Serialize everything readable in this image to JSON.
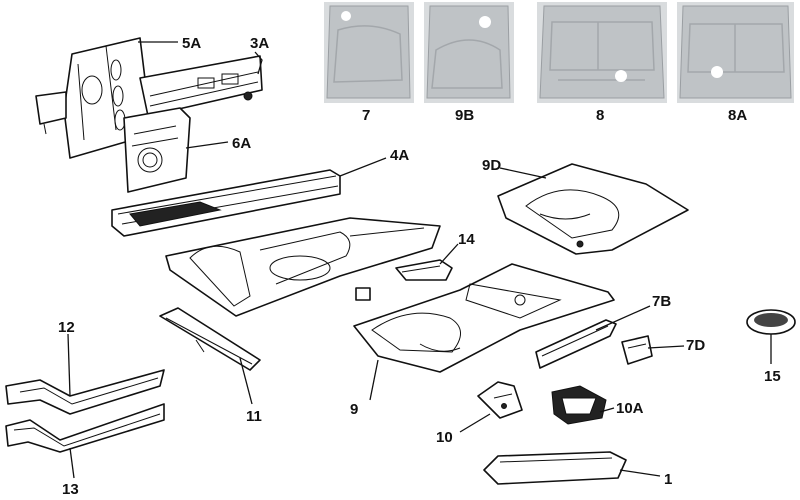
{
  "parts": [
    {
      "id": "p5A",
      "label": "5A"
    },
    {
      "id": "p3A",
      "label": "3A"
    },
    {
      "id": "p6A",
      "label": "6A"
    },
    {
      "id": "p4A",
      "label": "4A"
    },
    {
      "id": "p7",
      "label": "7"
    },
    {
      "id": "p9B",
      "label": "9B"
    },
    {
      "id": "p8",
      "label": "8"
    },
    {
      "id": "p8A",
      "label": "8A"
    },
    {
      "id": "p9D",
      "label": "9D"
    },
    {
      "id": "p14",
      "label": "14"
    },
    {
      "id": "p7B",
      "label": "7B"
    },
    {
      "id": "p7D",
      "label": "7D"
    },
    {
      "id": "p15",
      "label": "15"
    },
    {
      "id": "p12",
      "label": "12"
    },
    {
      "id": "p11",
      "label": "11"
    },
    {
      "id": "p9",
      "label": "9"
    },
    {
      "id": "p10A",
      "label": "10A"
    },
    {
      "id": "p10",
      "label": "10"
    },
    {
      "id": "p13",
      "label": "13"
    },
    {
      "id": "p1",
      "label": "1"
    }
  ]
}
